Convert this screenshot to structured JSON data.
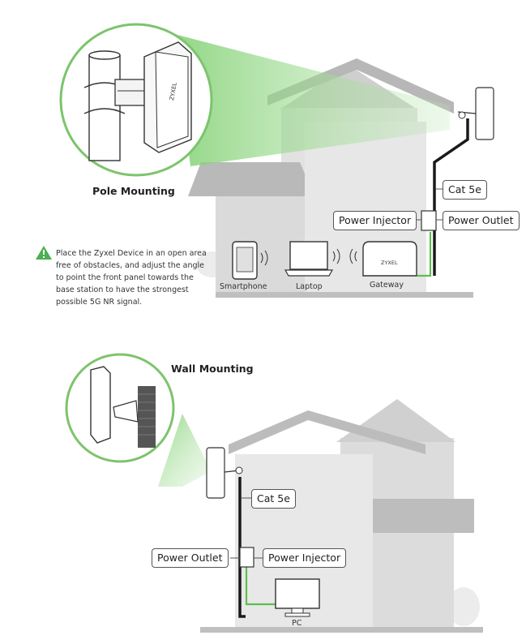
{
  "pole_section": {
    "title": "Pole Mounting",
    "cat5e": "Cat 5e",
    "power_injector": "Power Injector",
    "power_outlet": "Power Outlet",
    "devices": {
      "smartphone": "Smartphone",
      "laptop": "Laptop",
      "gateway": "Gateway"
    },
    "gateway_brand": "ZYXEL",
    "antenna_brand": "ZYXEL"
  },
  "note": {
    "icon": "warning-triangle-icon",
    "text": "Place the Zyxel Device in an open area free of obstacles, and adjust the angle to point the front panel towards the base station to have the strongest possible 5G NR signal."
  },
  "wall_section": {
    "title": "Wall Mounting",
    "cat5e": "Cat 5e",
    "power_outlet": "Power Outlet",
    "power_injector": "Power Injector",
    "pc": "PC"
  },
  "colors": {
    "house_light": "#e4e4e4",
    "house_mid": "#d2d2d2",
    "roof": "#b9b9b9",
    "beam_green": "#9ad48f",
    "cable_green": "#5fbf4f",
    "cable_black": "#1a1a1a",
    "warning": "#4caf50"
  }
}
